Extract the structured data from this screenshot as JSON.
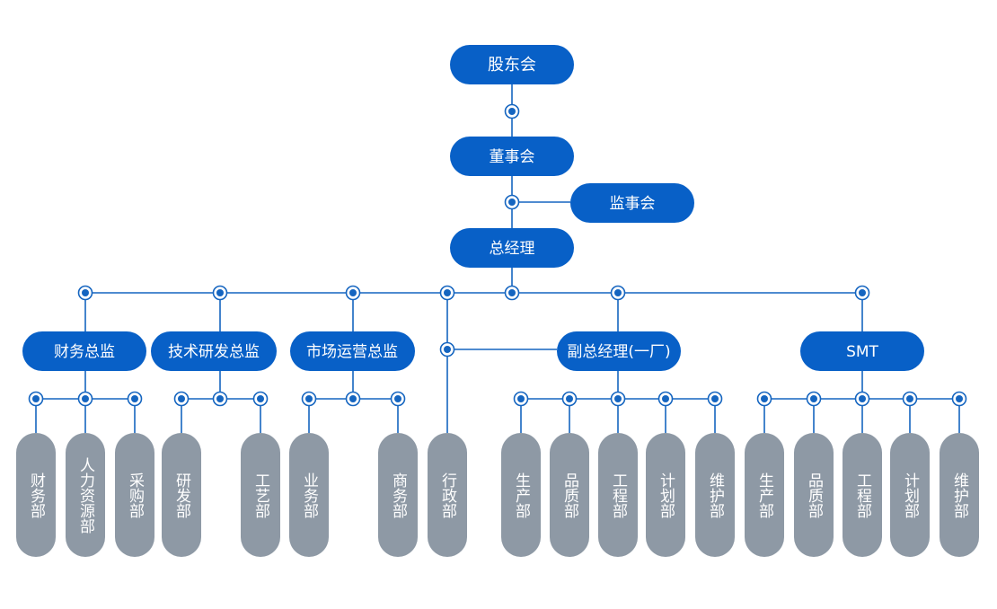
{
  "colors": {
    "primary_node": "#0860c7",
    "leaf_node": "#8e99a5",
    "connector": "#1565c0",
    "text": "#ffffff"
  },
  "org": {
    "shareholders": "股东会",
    "board": "董事会",
    "supervisors": "监事会",
    "general_manager": "总经理",
    "directors": [
      {
        "id": "finance",
        "label": "财务总监",
        "departments": [
          "财务部",
          "人力资源部",
          "采购部"
        ]
      },
      {
        "id": "tech",
        "label": "技术研发总监",
        "departments": [
          "研发部",
          "工艺部"
        ]
      },
      {
        "id": "market",
        "label": "市场运营总监",
        "departments": [
          "业务部",
          "商务部"
        ]
      },
      {
        "id": "admin",
        "label": "",
        "departments": [
          "行政部"
        ]
      },
      {
        "id": "vgm1",
        "label": "副总经理(一厂)",
        "departments": [
          "生产部",
          "品质部",
          "工程部",
          "计划部",
          "维护部"
        ]
      },
      {
        "id": "smt",
        "label": "SMT",
        "departments": [
          "生产部",
          "品质部",
          "工程部",
          "计划部",
          "维护部"
        ]
      }
    ]
  }
}
